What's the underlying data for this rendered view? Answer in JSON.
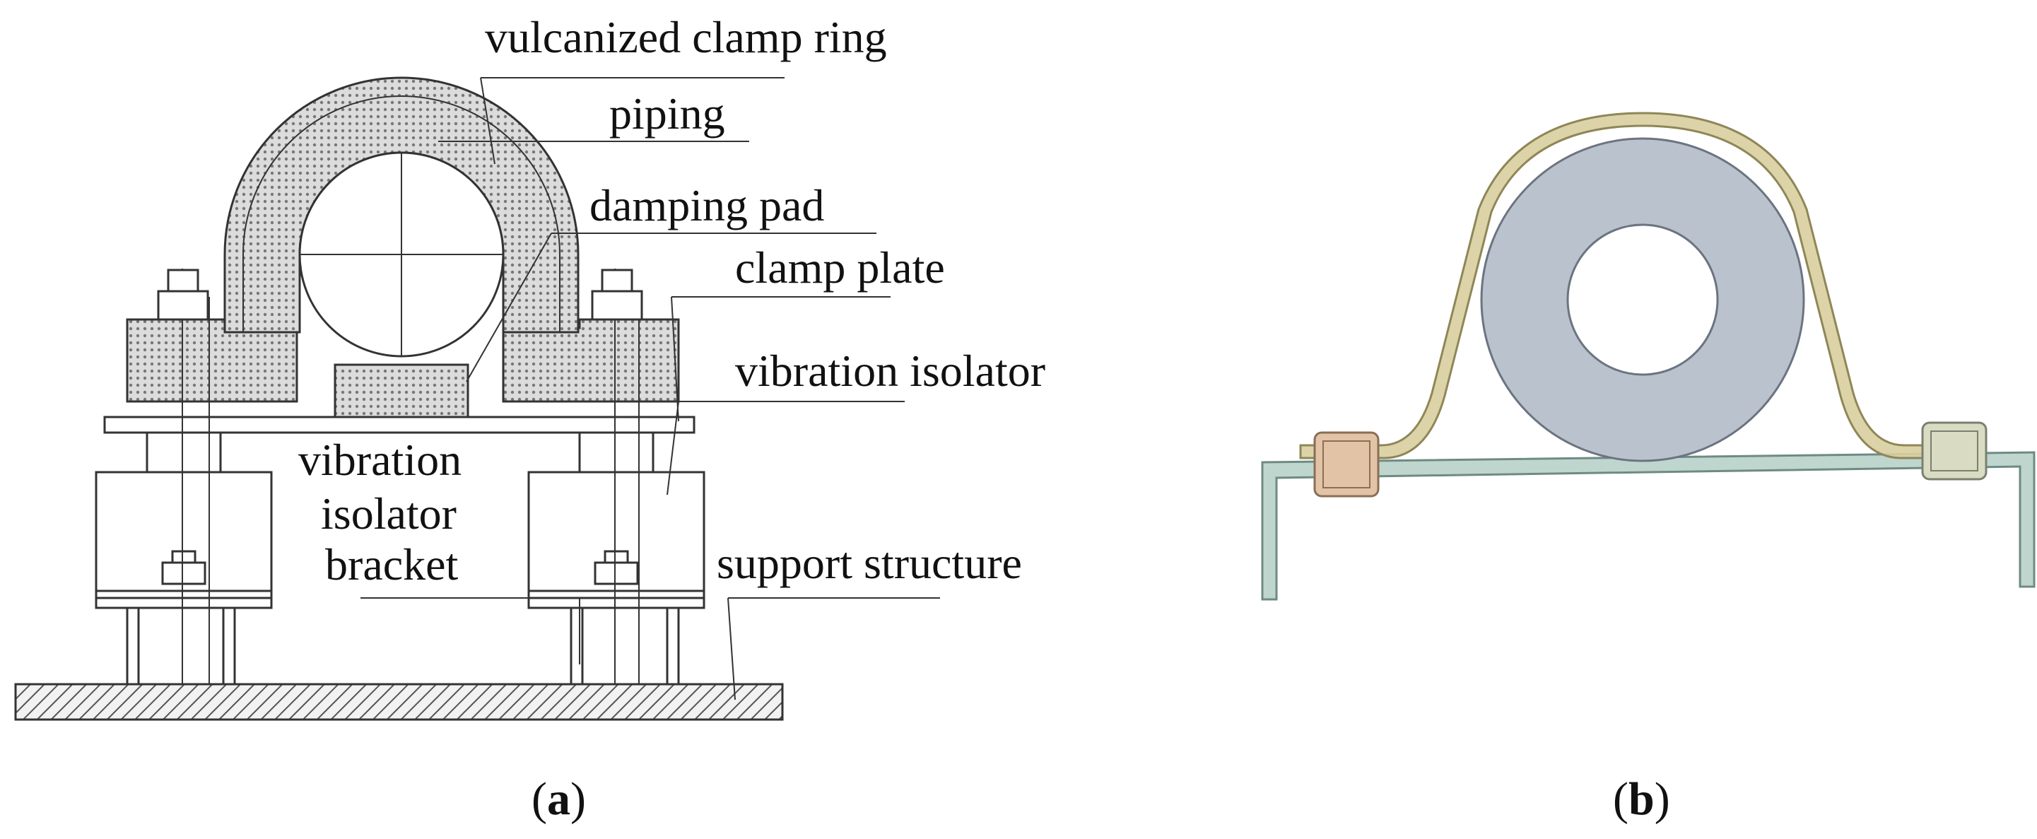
{
  "panel_a": {
    "labels": {
      "vulcanized_clamp_ring": "vulcanized clamp ring",
      "piping": "piping",
      "damping_pad": "damping pad",
      "clamp_plate": "clamp plate",
      "vibration_isolator": "vibration isolator",
      "vibration_isolator_bracket_line1": "vibration",
      "vibration_isolator_bracket_line2": "isolator",
      "vibration_isolator_bracket_line3": "bracket",
      "support_structure": "support structure"
    },
    "caption": {
      "open": "(",
      "letter": "a",
      "close": ")"
    }
  },
  "panel_b": {
    "caption": {
      "open": "(",
      "letter": "b",
      "close": ")"
    }
  },
  "colors": {
    "line": "#333333",
    "hatch_fill": "#d9d9d9",
    "clamp_band": "#d8cf9e",
    "pipe_fill": "#b9c2cd",
    "bracket_fill": "#bfd6cf",
    "nut_fill": "#e3c3a6"
  }
}
